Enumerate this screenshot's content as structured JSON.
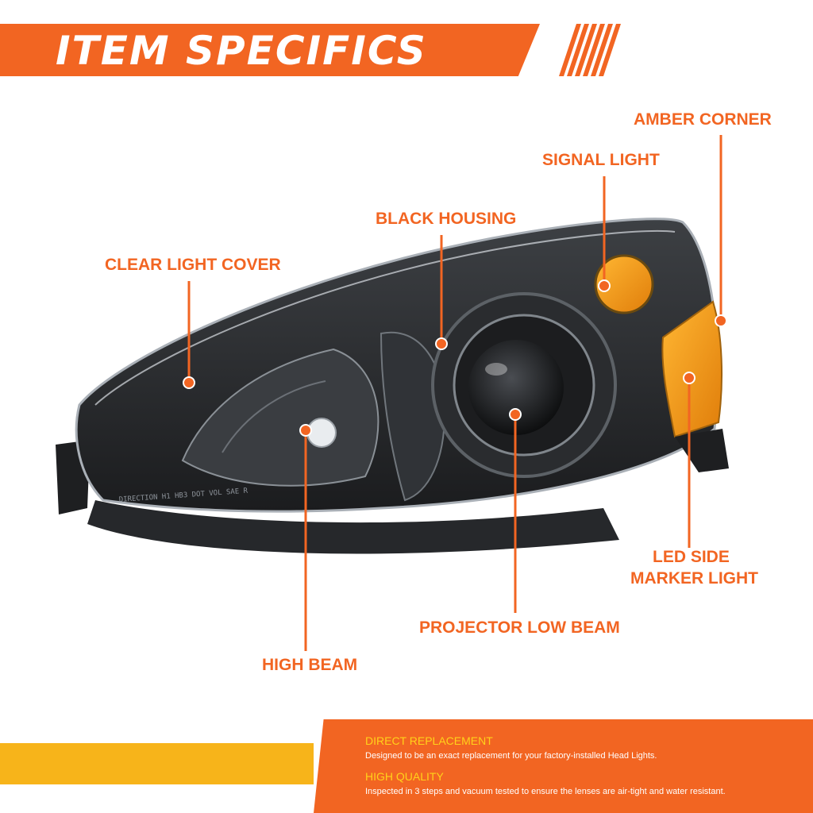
{
  "header": {
    "title": "ITEM SPECIFICS"
  },
  "callouts": {
    "amber_corner": "AMBER CORNER",
    "signal_light": "SIGNAL LIGHT",
    "black_housing": "BLACK HOUSING",
    "clear_light_cover": "CLEAR LIGHT COVER",
    "led_side_line1": "LED SIDE",
    "led_side_line2": "MARKER LIGHT",
    "projector_low_beam": "PROJECTOR LOW BEAM",
    "high_beam": "HIGH BEAM"
  },
  "features": [
    {
      "title": "DIRECT REPLACEMENT",
      "description": "Designed to be an exact replacement for your factory-installed Head Lights."
    },
    {
      "title": "HIGH QUALITY",
      "description": "Inspected in 3 steps and vacuum tested to ensure the lenses are air-tight and water resistant."
    }
  ],
  "lens_print": "DIRECTION H1 HB3 DOT VOL SAE R",
  "colors": {
    "accent_orange": "#f26522",
    "accent_yellow": "#f7b41a",
    "feature_title": "#ffd21a",
    "housing": "#2b2d30",
    "amber": "#f39a1b"
  }
}
